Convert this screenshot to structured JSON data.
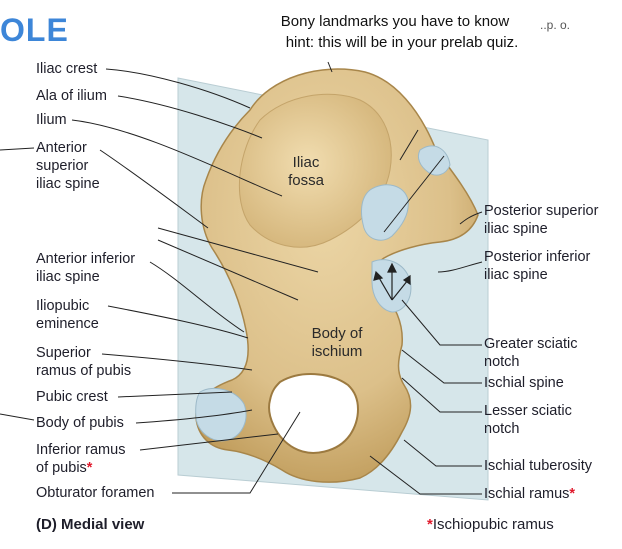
{
  "header": {
    "partial_title": "OLE",
    "cut_text": "..p. o.",
    "hint_line1": "Bony landmarks you have to know",
    "hint_line2": "hint: this will be in your prelab quiz."
  },
  "labels_left": [
    {
      "id": "iliac-crest",
      "text": "Iliac crest"
    },
    {
      "id": "ala-of-ilium",
      "text": "Ala of ilium"
    },
    {
      "id": "ilium",
      "text": "Ilium"
    },
    {
      "id": "asis-1",
      "text": "Anterior"
    },
    {
      "id": "asis-2",
      "text": "superior"
    },
    {
      "id": "asis-3",
      "text": "iliac spine"
    },
    {
      "id": "aiis-1",
      "text": "Anterior inferior"
    },
    {
      "id": "aiis-2",
      "text": "iliac spine"
    },
    {
      "id": "iliopubic-1",
      "text": "Iliopubic"
    },
    {
      "id": "iliopubic-2",
      "text": "eminence"
    },
    {
      "id": "sup-ramus-1",
      "text": "Superior"
    },
    {
      "id": "sup-ramus-2",
      "text": "ramus of pubis"
    },
    {
      "id": "pubic-crest",
      "text": "Pubic crest"
    },
    {
      "id": "body-pubis",
      "text": "Body of pubis"
    },
    {
      "id": "inf-ramus-1",
      "text": "Inferior ramus"
    },
    {
      "id": "inf-ramus-2",
      "text": "of pubis"
    },
    {
      "id": "obturator",
      "text": "Obturator foramen"
    }
  ],
  "labels_right": [
    {
      "id": "psis-1",
      "text": "Posterior superior"
    },
    {
      "id": "psis-2",
      "text": "iliac spine"
    },
    {
      "id": "piis-1",
      "text": "Posterior inferior"
    },
    {
      "id": "piis-2",
      "text": "iliac spine"
    },
    {
      "id": "gsn-1",
      "text": "Greater sciatic"
    },
    {
      "id": "gsn-2",
      "text": "notch"
    },
    {
      "id": "ischial-spine",
      "text": "Ischial spine"
    },
    {
      "id": "lsn-1",
      "text": "Lesser sciatic"
    },
    {
      "id": "lsn-2",
      "text": "notch"
    },
    {
      "id": "ischial-tuberosity",
      "text": "Ischial tuberosity"
    },
    {
      "id": "ischial-ramus",
      "text": "Ischial ramus"
    }
  ],
  "inner_labels": {
    "iliac_fossa_1": "Iliac",
    "iliac_fossa_2": "fossa",
    "body_ischium_1": "Body of",
    "body_ischium_2": "ischium"
  },
  "asterisk": "*",
  "caption": "(D) Medial view",
  "footnote": "Ischiopubic ramus",
  "colors": {
    "bone": "#dcc08a",
    "bone_shadow": "#b8924e",
    "cartilage": "#c5dbe6",
    "plane": "#d6e6ea",
    "title_blue": "#3d86d8",
    "asterisk_red": "#e0192c"
  }
}
